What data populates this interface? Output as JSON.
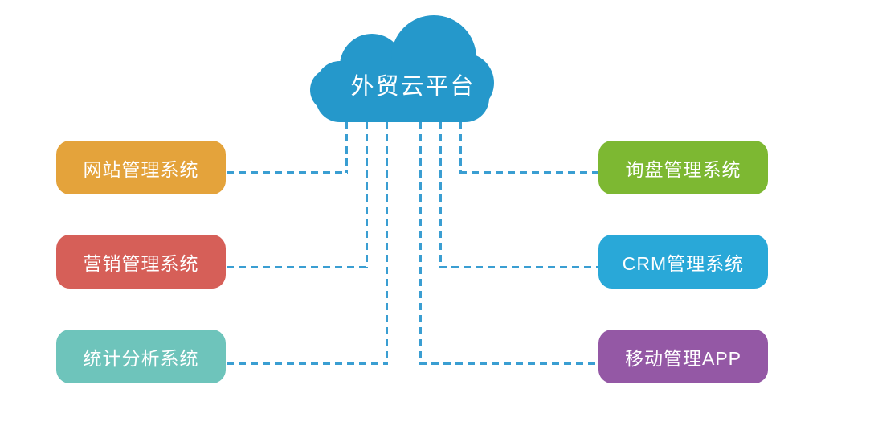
{
  "diagram": {
    "cloud": {
      "label": "外贸云平台",
      "color": "#2598cb",
      "text_color": "#ffffff"
    },
    "connector_color": "#3a9ed2",
    "nodes": [
      {
        "id": "website-management",
        "label": "网站管理系统",
        "color": "#e4a33b",
        "side": "left"
      },
      {
        "id": "marketing-management",
        "label": "营销管理系统",
        "color": "#d65f58",
        "side": "left"
      },
      {
        "id": "stats-analysis",
        "label": "统计分析系统",
        "color": "#6ec4bb",
        "side": "left"
      },
      {
        "id": "inquiry-management",
        "label": "询盘管理系统",
        "color": "#7db832",
        "side": "right"
      },
      {
        "id": "crm-management",
        "label": "CRM管理系统",
        "color": "#29a8d8",
        "side": "right"
      },
      {
        "id": "mobile-app",
        "label": "移动管理APP",
        "color": "#9458a5",
        "side": "right"
      }
    ]
  }
}
